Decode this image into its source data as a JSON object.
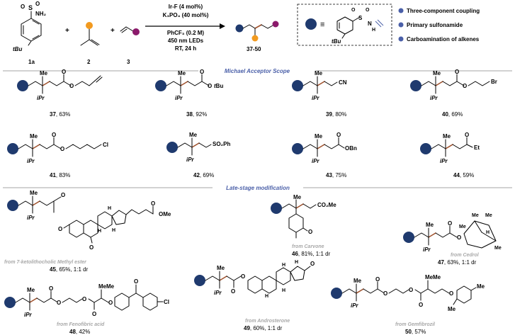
{
  "colors": {
    "navy": "#1f3a6e",
    "orange": "#f29a1f",
    "purple": "#8b1a6b",
    "brown": "#a0522d",
    "header_blue": "#4a5fa8",
    "source_gray": "#a8a8a8"
  },
  "scheme": {
    "reagent_1": {
      "label": "1a",
      "substituent": "tBu",
      "so2nh2": "NH₂"
    },
    "reagent_2": {
      "label": "2"
    },
    "reagent_3": {
      "label": "3"
    },
    "plus": "+",
    "conditions": [
      "Ir-F (4 mol%)",
      "K₃PO₄ (40 mol%)",
      "PhCF₃ (0.2 M)",
      "450 nm LEDs",
      "RT, 24 h"
    ],
    "product_label": "37-50",
    "equiv_symbol": "≡",
    "box_substituent": "tBu",
    "box_n": "N",
    "box_h": "H",
    "box_s": "S",
    "box_o": "O",
    "features": [
      "Three-component coupling",
      "Primary sulfonamide",
      "Carboamination of alkenes"
    ]
  },
  "section_headers": [
    "Michael Acceptor Scope",
    "Late-stage modification"
  ],
  "atoms": {
    "me": "Me",
    "ipr": "iPr",
    "o": "O",
    "h": "H"
  },
  "michael": [
    {
      "num": "37",
      "yield": ", 63%"
    },
    {
      "num": "38",
      "yield": ", 92%",
      "group": "tBu"
    },
    {
      "num": "39",
      "yield": ", 80%",
      "group": "CN"
    },
    {
      "num": "40",
      "yield": ", 69%",
      "group": "Br"
    },
    {
      "num": "41",
      "yield": ", 83%",
      "group": "Cl"
    },
    {
      "num": "42",
      "yield": ", 69%",
      "group": "SO₂Ph"
    },
    {
      "num": "43",
      "yield": ", 75%",
      "group": "OBn"
    },
    {
      "num": "44",
      "yield": ",  59%",
      "group": "Et"
    }
  ],
  "late": [
    {
      "num": "45",
      "yield": ", 65%, 1:1 dr",
      "source": "from 7-ketolithocholic Methyl ester",
      "ester": "OMe"
    },
    {
      "num": "46",
      "yield": ", 81%, 1:1 dr",
      "source": "from Carvone",
      "group": "CO₂Me"
    },
    {
      "num": "47",
      "yield": ", 63%, 1:1 dr",
      "source": "from Cedrol"
    },
    {
      "num": "48",
      "yield": ", 42%",
      "source": "from Fenofibric acid",
      "group": "Cl"
    },
    {
      "num": "49",
      "yield": ", 60%, 1:1 dr",
      "source": "from Androsterone"
    },
    {
      "num": "50",
      "yield": ", 57%",
      "source": "from Gemfibrozil"
    }
  ]
}
